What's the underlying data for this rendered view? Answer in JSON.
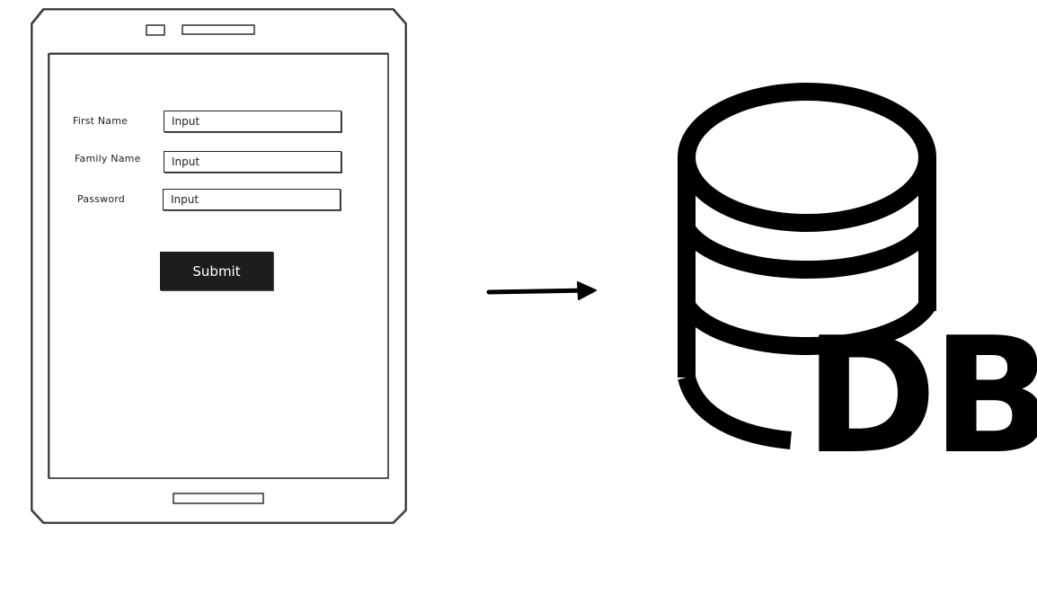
{
  "form": {
    "fields": [
      {
        "label": "First Name",
        "value": "Input"
      },
      {
        "label": "Family Name",
        "value": "Input"
      },
      {
        "label": "Password",
        "value": "Input"
      }
    ],
    "submit_label": "Submit"
  },
  "database": {
    "label": "DB",
    "icon": "database-icon"
  },
  "arrow": {
    "icon": "arrow-right-icon"
  }
}
